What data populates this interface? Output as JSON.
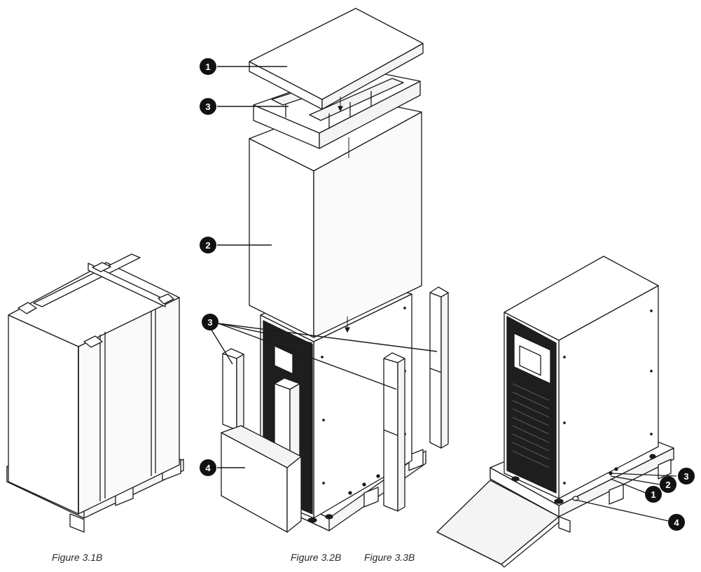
{
  "colors": {
    "line": "#1a1a1a",
    "fill": "#ffffff",
    "shade": "#f4f4f4",
    "dark": "#1e1e1e",
    "badge": "#111111"
  },
  "figure_a": {
    "caption": "Figure 3.1B"
  },
  "figure_b": {
    "caption": "Figure 3.2B",
    "callouts": {
      "top_cover": "1",
      "top_cushion": "3",
      "carton_sleeve": "2",
      "corner_posts": "3",
      "front_panel": "4"
    }
  },
  "figure_c": {
    "caption": "Figure 3.3B",
    "callouts": {
      "c3": "3",
      "c2": "2",
      "c1": "1",
      "c4": "4"
    }
  }
}
